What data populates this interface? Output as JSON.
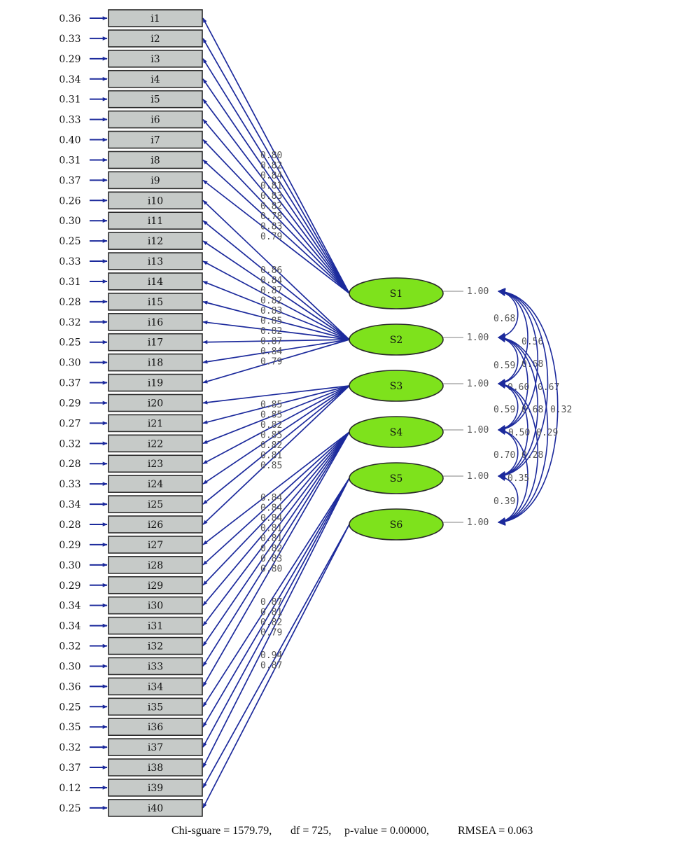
{
  "colors": {
    "arrow": "#1c2a9c",
    "factor_fill": "#7ee21c",
    "factor_stroke": "#2b2b2b",
    "item_fill": "#c6cac8",
    "label_text": "#555555",
    "variance_line": "#9a9a9a"
  },
  "items": [
    {
      "label": "i1",
      "error": "0.36",
      "factor": 0,
      "loading": "0.80"
    },
    {
      "label": "i2",
      "error": "0.33",
      "factor": 0,
      "loading": "0.82"
    },
    {
      "label": "i3",
      "error": "0.29",
      "factor": 0,
      "loading": "0.84"
    },
    {
      "label": "i4",
      "error": "0.34",
      "factor": 0,
      "loading": "0.81"
    },
    {
      "label": "i5",
      "error": "0.31",
      "factor": 0,
      "loading": "0.83"
    },
    {
      "label": "i6",
      "error": "0.33",
      "factor": 0,
      "loading": "0.82"
    },
    {
      "label": "i7",
      "error": "0.40",
      "factor": 0,
      "loading": "0.78"
    },
    {
      "label": "i8",
      "error": "0.31",
      "factor": 0,
      "loading": "0.83"
    },
    {
      "label": "i9",
      "error": "0.37",
      "factor": 0,
      "loading": "0.79"
    },
    {
      "label": "i10",
      "error": "0.26",
      "factor": 1,
      "loading": "0.86"
    },
    {
      "label": "i11",
      "error": "0.30",
      "factor": 1,
      "loading": "0.84"
    },
    {
      "label": "i12",
      "error": "0.25",
      "factor": 1,
      "loading": "0.87"
    },
    {
      "label": "i13",
      "error": "0.33",
      "factor": 1,
      "loading": "0.82"
    },
    {
      "label": "i14",
      "error": "0.31",
      "factor": 1,
      "loading": "0.83"
    },
    {
      "label": "i15",
      "error": "0.28",
      "factor": 1,
      "loading": "0.85"
    },
    {
      "label": "i16",
      "error": "0.32",
      "factor": 1,
      "loading": "0.82"
    },
    {
      "label": "i17",
      "error": "0.25",
      "factor": 1,
      "loading": "0.87"
    },
    {
      "label": "i18",
      "error": "0.30",
      "factor": 1,
      "loading": "0.84"
    },
    {
      "label": "i19",
      "error": "0.37",
      "factor": 1,
      "loading": "0.79"
    },
    {
      "label": "i20",
      "error": "0.29",
      "factor": 2,
      "loading": "0.85"
    },
    {
      "label": "i21",
      "error": "0.27",
      "factor": 2,
      "loading": "0.85"
    },
    {
      "label": "i22",
      "error": "0.32",
      "factor": 2,
      "loading": "0.82"
    },
    {
      "label": "i23",
      "error": "0.28",
      "factor": 2,
      "loading": "0.85"
    },
    {
      "label": "i24",
      "error": "0.33",
      "factor": 2,
      "loading": "0.82"
    },
    {
      "label": "i25",
      "error": "0.34",
      "factor": 2,
      "loading": "0.81"
    },
    {
      "label": "i26",
      "error": "0.28",
      "factor": 2,
      "loading": "0.85"
    },
    {
      "label": "i27",
      "error": "0.29",
      "factor": 3,
      "loading": "0.84"
    },
    {
      "label": "i28",
      "error": "0.30",
      "factor": 3,
      "loading": "0.84"
    },
    {
      "label": "i29",
      "error": "0.29",
      "factor": 3,
      "loading": "0.84"
    },
    {
      "label": "i30",
      "error": "0.34",
      "factor": 3,
      "loading": "0.81"
    },
    {
      "label": "i31",
      "error": "0.34",
      "factor": 3,
      "loading": "0.81"
    },
    {
      "label": "i32",
      "error": "0.32",
      "factor": 3,
      "loading": "0.82"
    },
    {
      "label": "i33",
      "error": "0.30",
      "factor": 3,
      "loading": "0.83"
    },
    {
      "label": "i34",
      "error": "0.36",
      "factor": 3,
      "loading": "0.80"
    },
    {
      "label": "i35",
      "error": "0.25",
      "factor": 4,
      "loading": "0.87"
    },
    {
      "label": "i36",
      "error": "0.35",
      "factor": 4,
      "loading": "0.81"
    },
    {
      "label": "i37",
      "error": "0.32",
      "factor": 4,
      "loading": "0.82"
    },
    {
      "label": "i38",
      "error": "0.37",
      "factor": 4,
      "loading": "0.79"
    },
    {
      "label": "i39",
      "error": "0.12",
      "factor": 5,
      "loading": "0.94"
    },
    {
      "label": "i40",
      "error": "0.25",
      "factor": 5,
      "loading": "0.87"
    }
  ],
  "factors": [
    {
      "label": "S1",
      "variance": "1.00"
    },
    {
      "label": "S2",
      "variance": "1.00"
    },
    {
      "label": "S3",
      "variance": "1.00"
    },
    {
      "label": "S4",
      "variance": "1.00"
    },
    {
      "label": "S5",
      "variance": "1.00"
    },
    {
      "label": "S6",
      "variance": "1.00"
    }
  ],
  "correlations": [
    {
      "a": 0,
      "b": 1,
      "value": "0.68"
    },
    {
      "a": 0,
      "b": 2,
      "value": "0.56"
    },
    {
      "a": 1,
      "b": 2,
      "value": "0.59"
    },
    {
      "a": 0,
      "b": 3,
      "value": "0.68"
    },
    {
      "a": 1,
      "b": 3,
      "value": "0.60"
    },
    {
      "a": 0,
      "b": 4,
      "value": "0.67"
    },
    {
      "a": 2,
      "b": 3,
      "value": "0.59"
    },
    {
      "a": 1,
      "b": 4,
      "value": "0.68"
    },
    {
      "a": 0,
      "b": 5,
      "value": "0.32"
    },
    {
      "a": 2,
      "b": 4,
      "value": "0.50"
    },
    {
      "a": 1,
      "b": 5,
      "value": "0.29"
    },
    {
      "a": 3,
      "b": 4,
      "value": "0.70"
    },
    {
      "a": 2,
      "b": 5,
      "value": "0.28"
    },
    {
      "a": 3,
      "b": 5,
      "value": "0.35"
    },
    {
      "a": 4,
      "b": 5,
      "value": "0.39"
    }
  ],
  "fit": {
    "chi_square": "Chi-sguare = 1579.79,",
    "df": "df = 725,",
    "p_value": "p-value = 0.00000,",
    "rmsea": "RMSEA = 0.063"
  }
}
